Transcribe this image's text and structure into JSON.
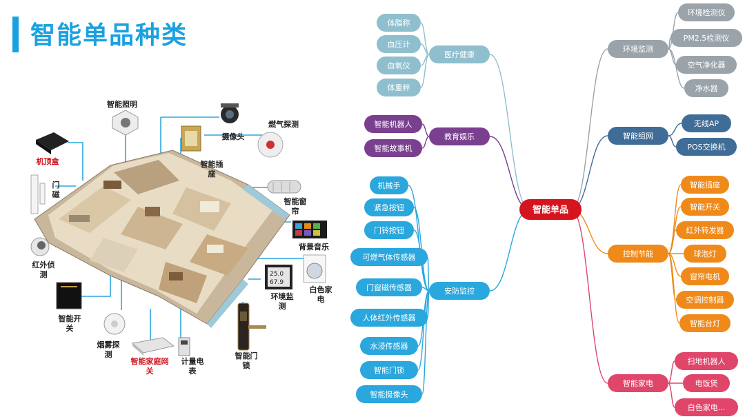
{
  "page": {
    "title": "智能单品种类"
  },
  "colors": {
    "accent": "#1aa1e0",
    "health": "#8fbfce",
    "edu": "#7a3f8f",
    "security": "#2aa7dd",
    "env": "#9aa3aa",
    "network": "#3f6d97",
    "energy": "#ef8a1a",
    "appliance": "#e0466a",
    "center": "#d6141d"
  },
  "device_labels": [
    {
      "key": "lighting",
      "text": "智能照明",
      "red": false
    },
    {
      "key": "camera",
      "text": "摄像头",
      "red": false
    },
    {
      "key": "gas",
      "text": "燃气探测",
      "red": false
    },
    {
      "key": "stb",
      "text": "机顶盒",
      "red": true
    },
    {
      "key": "socket",
      "text": "智能插\n座",
      "red": false
    },
    {
      "key": "door_mag",
      "text": "门\n磁",
      "red": false
    },
    {
      "key": "curtain",
      "text": "智能窗\n帘",
      "red": false
    },
    {
      "key": "music",
      "text": "背景音乐",
      "red": false
    },
    {
      "key": "ir",
      "text": "红外侦\n测",
      "red": false
    },
    {
      "key": "appliance",
      "text": "白色家\n电",
      "red": false
    },
    {
      "key": "env",
      "text": "环境监\n测",
      "red": false
    },
    {
      "key": "switch",
      "text": "智能开\n关",
      "red": false
    },
    {
      "key": "smoke",
      "text": "烟雾探\n测",
      "red": false
    },
    {
      "key": "gateway",
      "text": "智能家庭网\n关",
      "red": true
    },
    {
      "key": "meter",
      "text": "计量电\n表",
      "red": false
    },
    {
      "key": "lock",
      "text": "智能门\n锁",
      "red": false
    }
  ],
  "mindmap": {
    "center": "智能单品",
    "branches": [
      {
        "key": "health",
        "label": "医疗健康",
        "color_key": "health",
        "leaves": [
          "体脂称",
          "血压计",
          "血氧仪",
          "体重秤"
        ]
      },
      {
        "key": "edu",
        "label": "教育娱乐",
        "color_key": "edu",
        "leaves": [
          "智能机器人",
          "智能故事机"
        ]
      },
      {
        "key": "security",
        "label": "安防监控",
        "color_key": "security",
        "leaves": [
          "机械手",
          "紧急按钮",
          "门铃按钮",
          "可燃气体传感器",
          "门窗磁传感器",
          "人体红外传感器",
          "水浸传感器",
          "智能门锁",
          "智能摄像头"
        ]
      },
      {
        "key": "env",
        "label": "环境监测",
        "color_key": "env",
        "leaves": [
          "环境检测仪",
          "PM2.5检测仪",
          "空气净化器",
          "净水器"
        ]
      },
      {
        "key": "network",
        "label": "智能组网",
        "color_key": "network",
        "leaves": [
          "无线AP",
          "POS交换机"
        ]
      },
      {
        "key": "energy",
        "label": "控制节能",
        "color_key": "energy",
        "leaves": [
          "智能插座",
          "智能开关",
          "红外转发器",
          "球泡灯",
          "窗帘电机",
          "空调控制器",
          "智能台灯"
        ]
      },
      {
        "key": "appliance",
        "label": "智能家电",
        "color_key": "appliance",
        "leaves": [
          "扫地机器人",
          "电饭煲",
          "白色家电..."
        ]
      }
    ]
  },
  "meter_readings": {
    "line1": "25.0",
    "line2": "67.9"
  }
}
